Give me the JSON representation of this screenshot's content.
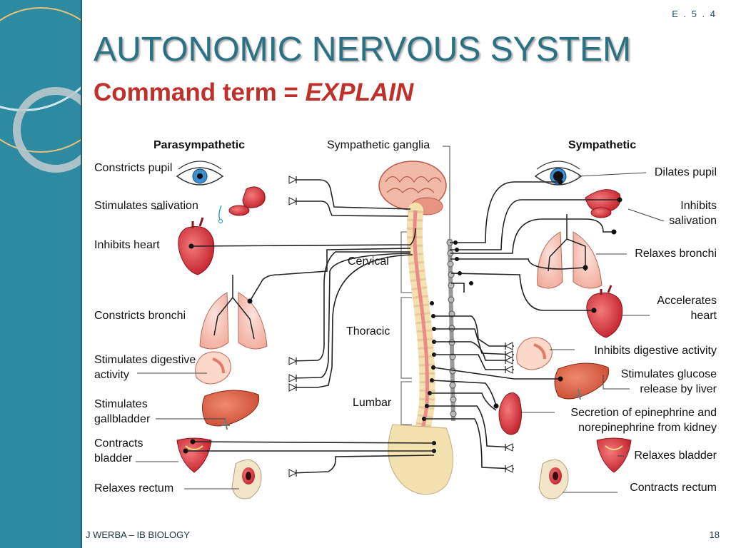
{
  "slide": {
    "code": "E . 5 . 4",
    "title": "AUTONOMIC NERVOUS SYSTEM",
    "subtitle_prefix": "Command term = ",
    "subtitle_term": "EXPLAIN",
    "footer_left": "J WERBA – IB BIOLOGY",
    "page_number": "18"
  },
  "diagram": {
    "headers": {
      "parasympathetic": "Parasympathetic",
      "ganglia": "Sympathetic ganglia",
      "sympathetic": "Sympathetic"
    },
    "regions": {
      "cervical": "Cervical",
      "thoracic": "Thoracic",
      "lumbar": "Lumbar"
    },
    "parasympathetic_effects": {
      "pupil": "Constricts pupil",
      "salivation": "Stimulates salivation",
      "heart": "Inhibits heart",
      "bronchi": "Constricts bronchi",
      "digestive_1": "Stimulates digestive",
      "digestive_2": "activity",
      "gallbladder_1": "Stimulates",
      "gallbladder_2": "gallbladder",
      "bladder_1": "Contracts",
      "bladder_2": "bladder",
      "rectum": "Relaxes rectum"
    },
    "sympathetic_effects": {
      "pupil": "Dilates pupil",
      "salivation_1": "Inhibits",
      "salivation_2": "salivation",
      "bronchi": "Relaxes bronchi",
      "heart_1": "Accelerates",
      "heart_2": "heart",
      "digestive": "Inhibits digestive activity",
      "glucose_1": "Stimulates glucose",
      "glucose_2": "release by liver",
      "kidney_1": "Secretion of epinephrine and",
      "kidney_2": "norepinephrine from kidney",
      "bladder": "Relaxes bladder",
      "rectum": "Contracts rectum"
    }
  },
  "colors": {
    "sidebar": "#2e8aa0",
    "title": "#2a7184",
    "subtitle": "#c0302a",
    "organ_red": "#d8303a",
    "brain_pink": "#f2b8a8",
    "spine_bone": "#f3e2b0"
  }
}
